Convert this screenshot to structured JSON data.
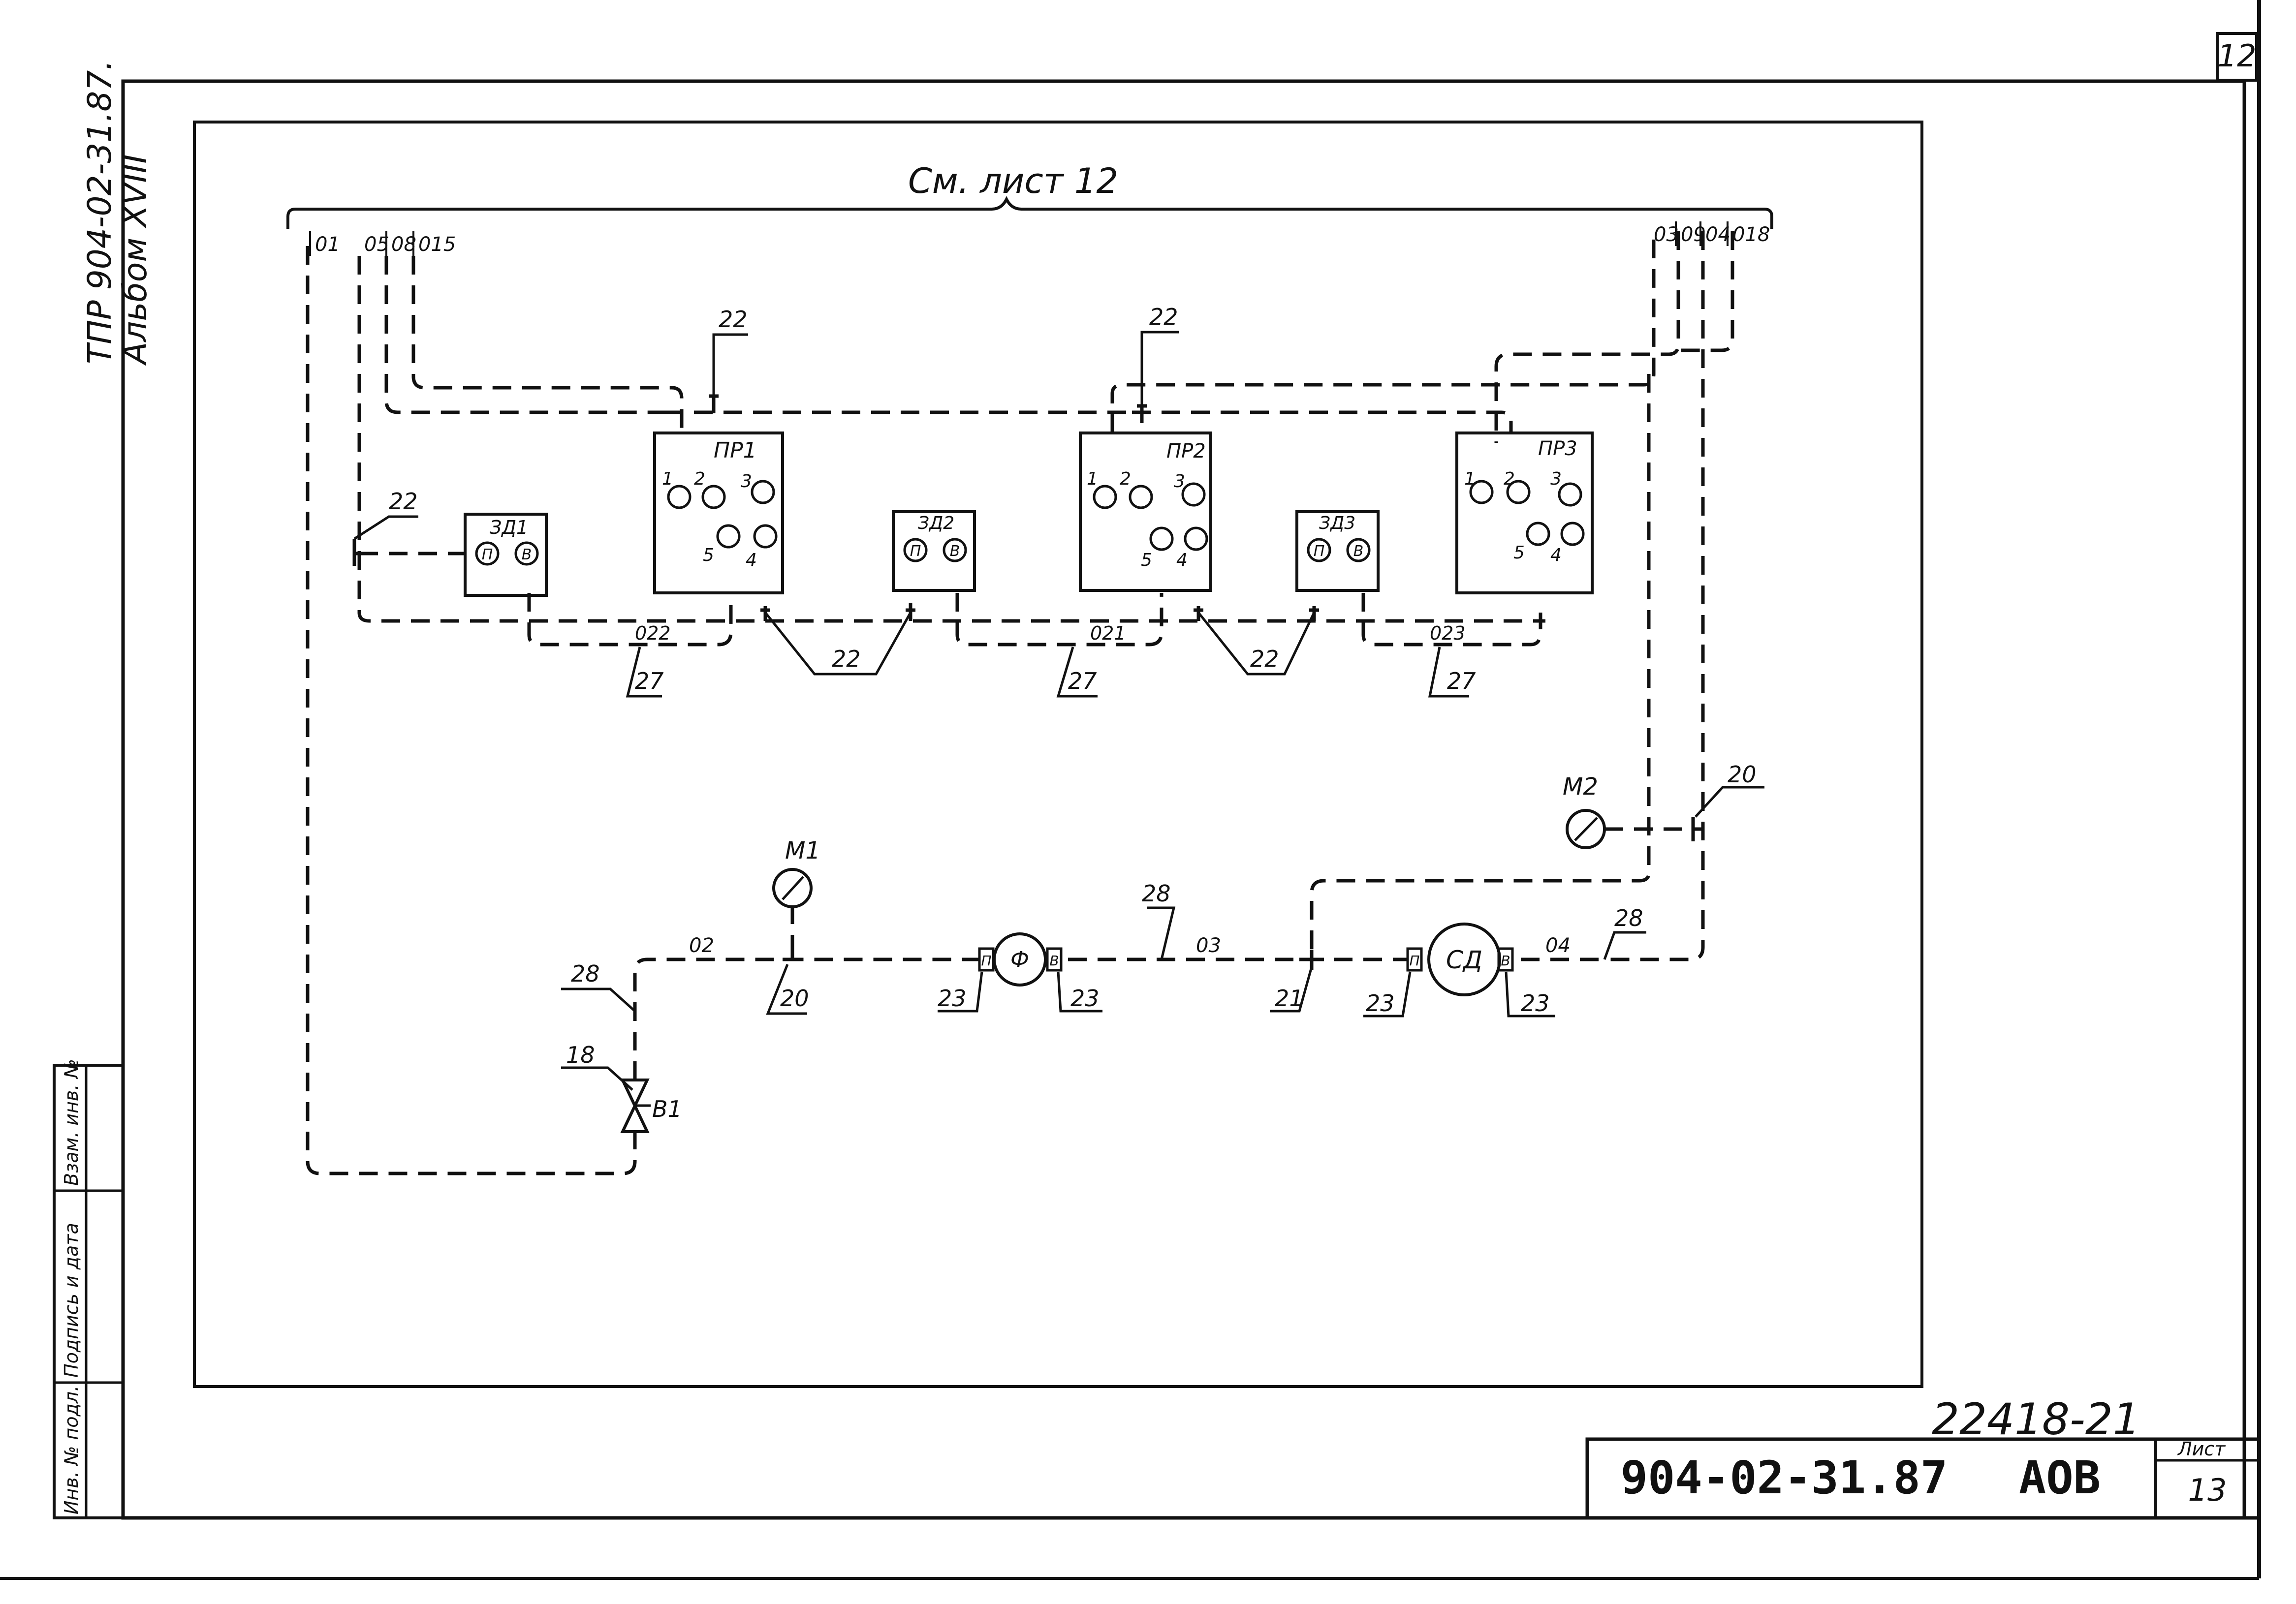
{
  "header": {
    "sheet_number_top": "12",
    "side_title_1": "ТПР 904-02-31.87.",
    "side_title_2": "Альбом XVIII",
    "reference_note": "См. лист 12"
  },
  "diagram": {
    "lines": {
      "top_left": [
        "01",
        "05",
        "08",
        "015"
      ],
      "top_right": [
        "03",
        "09",
        "04",
        "018"
      ],
      "flow": [
        "02",
        "03",
        "04"
      ],
      "drain": [
        "022",
        "021",
        "023"
      ]
    },
    "panels": [
      {
        "label": "ПР1",
        "ports": [
          "1",
          "2",
          "3",
          "4",
          "5"
        ]
      },
      {
        "label": "ПР2",
        "ports": [
          "1",
          "2",
          "3",
          "4",
          "5"
        ]
      },
      {
        "label": "ПР3",
        "ports": [
          "1",
          "2",
          "3",
          "4",
          "5"
        ]
      }
    ],
    "sensors": [
      {
        "label": "ЗД1",
        "ports": [
          "П",
          "В"
        ]
      },
      {
        "label": "ЗД2",
        "ports": [
          "П",
          "В"
        ]
      },
      {
        "label": "ЗД3",
        "ports": [
          "П",
          "В"
        ]
      }
    ],
    "gauges": [
      "М1",
      "М2"
    ],
    "filter": {
      "label": "Ф",
      "in": "П",
      "out": "В"
    },
    "dryer": {
      "label": "СД",
      "in": "П",
      "out": "В"
    },
    "valve": "В1",
    "callouts": {
      "c22": "22",
      "c27": "27",
      "c20": "20",
      "c21": "21",
      "c23": "23",
      "c28": "28",
      "c18": "18"
    }
  },
  "side_stamp": {
    "cells": [
      "Взам. инв. №",
      "Подпись и дата",
      "Инв. № подл."
    ]
  },
  "title_block": {
    "handwritten_number": "22418-21",
    "document_code": "904-02-31.87",
    "section": "АОВ",
    "sheet_label": "Лист",
    "sheet_value": "13"
  }
}
